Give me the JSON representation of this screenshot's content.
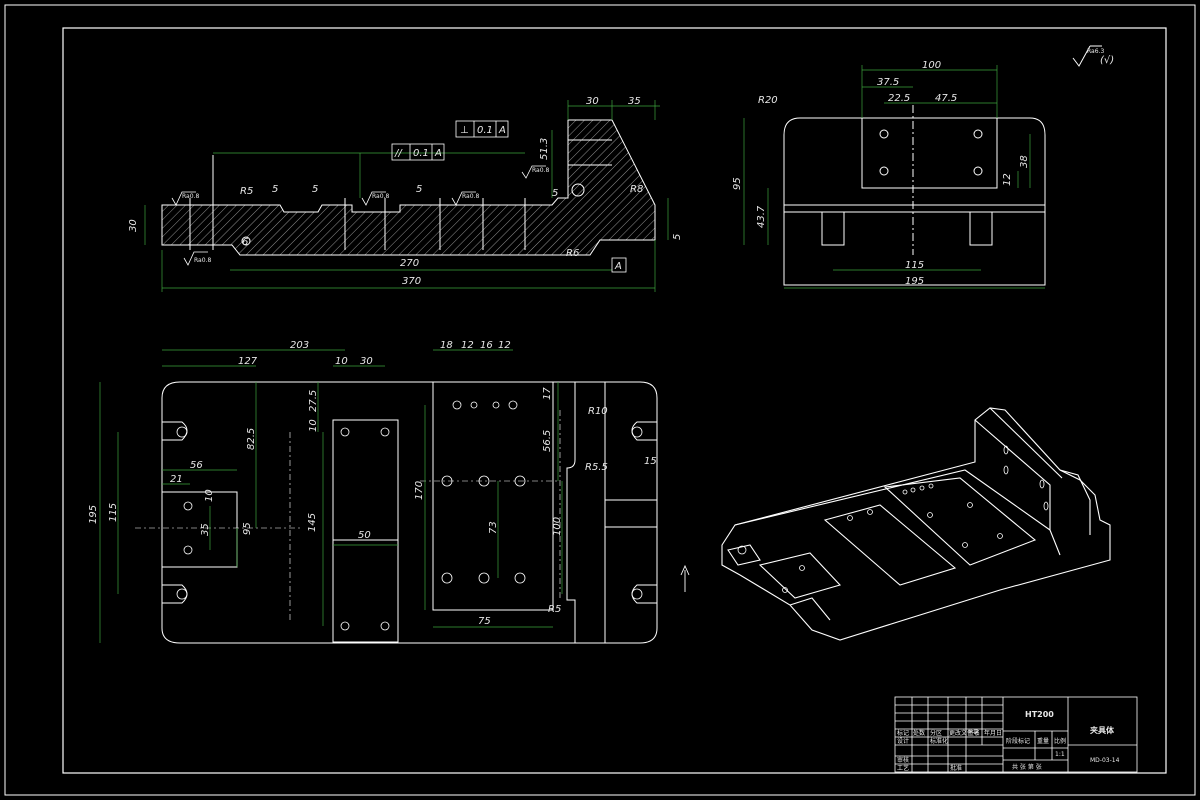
{
  "drawing": {
    "material": "HT200",
    "part_name": "夹具体",
    "drawing_no": "MD-03-14",
    "scale": "1:1",
    "sheet": "共  张  第  张",
    "title_block_labels": [
      "标记",
      "处数",
      "分区",
      "更改文件号",
      "签名",
      "年月日",
      "设计",
      "标准化",
      "审核",
      "工艺",
      "批准",
      "阶段标记",
      "重量",
      "比例"
    ],
    "roughness_general": "Ra6.3",
    "roughness_mark": "Ra0.8"
  },
  "front_view": {
    "dims": [
      "30",
      "35",
      "51.3",
      "5",
      "5",
      "5",
      "5",
      "R5",
      "R8",
      "R6",
      "6",
      "30",
      "5",
      "270",
      "370"
    ],
    "tolerance_perp": [
      "⊥",
      "0.1",
      "A"
    ],
    "tolerance_para": [
      "//",
      "0.1",
      "A"
    ],
    "datum": "A"
  },
  "side_view": {
    "dims": [
      "100",
      "37.5",
      "22.5",
      "47.5",
      "R20",
      "95",
      "43.7",
      "38",
      "12",
      "115",
      "195"
    ]
  },
  "top_view": {
    "dims": [
      "203",
      "127",
      "10",
      "30",
      "18",
      "12",
      "16",
      "12",
      "27.5",
      "10",
      "82.5",
      "17",
      "R10",
      "56.5",
      "R5.5",
      "15",
      "56",
      "21",
      "10",
      "195",
      "115",
      "35",
      "95",
      "145",
      "170",
      "50",
      "73",
      "100",
      "R5",
      "75"
    ]
  }
}
